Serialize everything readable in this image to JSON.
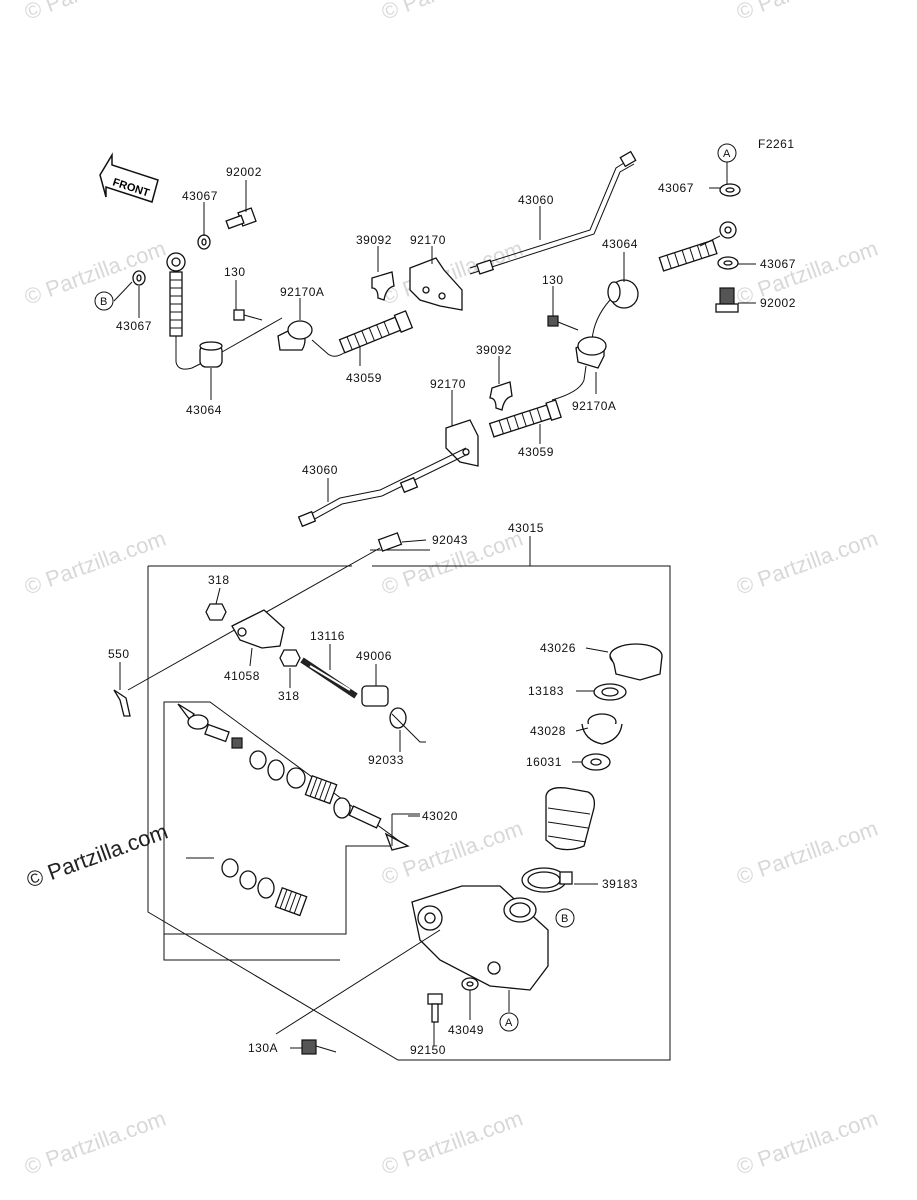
{
  "figure_code": "F2261",
  "front_label": "FRONT",
  "callout_a": "A",
  "callout_b": "B",
  "watermark": "© Partzilla.com",
  "labels": {
    "p92002_top": "92002",
    "p43067_top": "43067",
    "p43067_left": "43067",
    "p43064_left": "43064",
    "p130_left": "130",
    "p92170A_left": "92170A",
    "p39092_top": "39092",
    "p92170_top": "92170",
    "p43059_top": "43059",
    "p43060_top": "43060",
    "p43067_r1": "43067",
    "p43064_right": "43064",
    "p43067_r2": "43067",
    "p92002_right": "92002",
    "p130_right": "130",
    "p39092_mid": "39092",
    "p92170_mid": "92170",
    "p92170A_right": "92170A",
    "p43059_mid": "43059",
    "p43060_lower": "43060",
    "p92043": "92043",
    "p43015": "43015",
    "p318_top": "318",
    "p550": "550",
    "p41058": "41058",
    "p318_bottom": "318",
    "p13116": "13116",
    "p49006": "49006",
    "p92033": "92033",
    "p43026": "43026",
    "p13183": "13183",
    "p43028": "43028",
    "p16031": "16031",
    "p43020": "43020",
    "p39183": "39183",
    "p43049": "43049",
    "p92150": "92150",
    "p130A": "130A"
  }
}
